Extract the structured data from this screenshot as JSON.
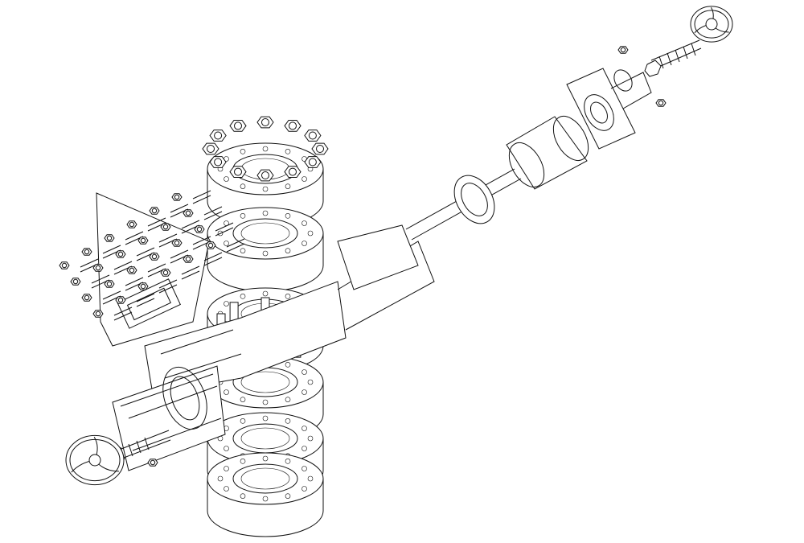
{
  "drawing": {
    "style": "exploded isometric line drawing",
    "colors": {
      "line": "#111111",
      "background": "#ffffff"
    },
    "parts": [
      "flange-stack",
      "bolt-ring",
      "side-valve-body",
      "left-handwheel",
      "right-handwheel",
      "exploded-stem-assembly",
      "loose-nuts-and-bolts"
    ]
  }
}
